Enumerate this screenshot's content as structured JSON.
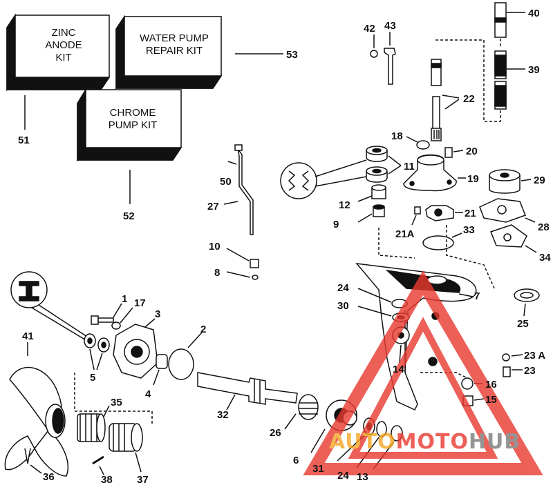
{
  "kits": [
    {
      "line1": "ZINC",
      "line2": "ANODE",
      "line3": "KIT"
    },
    {
      "line1": "WATER PUMP",
      "line2": "REPAIR KIT"
    },
    {
      "line1": "CHROME",
      "line2": "PUMP KIT"
    }
  ],
  "part_numbers": {
    "p1": "1",
    "p2": "2",
    "p3": "3",
    "p4": "4",
    "p5": "5",
    "p6": "6",
    "p7": "7",
    "p8": "8",
    "p9": "9",
    "p10": "10",
    "p11": "11",
    "p12": "12",
    "p13": "13",
    "p14": "14",
    "p15": "15",
    "p16": "16",
    "p17": "17",
    "p18": "18",
    "p19": "19",
    "p20": "20",
    "p21": "21",
    "p21a": "21A",
    "p22": "22",
    "p23": "23",
    "p23a": "23 A",
    "p24a": "24",
    "p24b": "24",
    "p25": "25",
    "p26": "26",
    "p27": "27",
    "p28": "28",
    "p29": "29",
    "p30": "30",
    "p31": "31",
    "p32": "32",
    "p33": "33",
    "p34": "34",
    "p35": "35",
    "p36": "36",
    "p37": "37",
    "p38": "38",
    "p39": "39",
    "p40": "40",
    "p41": "41",
    "p42": "42",
    "p43": "43",
    "p50": "50",
    "p51": "51",
    "p52": "52",
    "p53": "53"
  },
  "watermark": {
    "part1": "AUTO",
    "part2": "MOTO",
    "part3": "HUB",
    "color_orange": "#f5a623",
    "color_red": "#e8392f",
    "color_gray": "#7a7a7a"
  }
}
